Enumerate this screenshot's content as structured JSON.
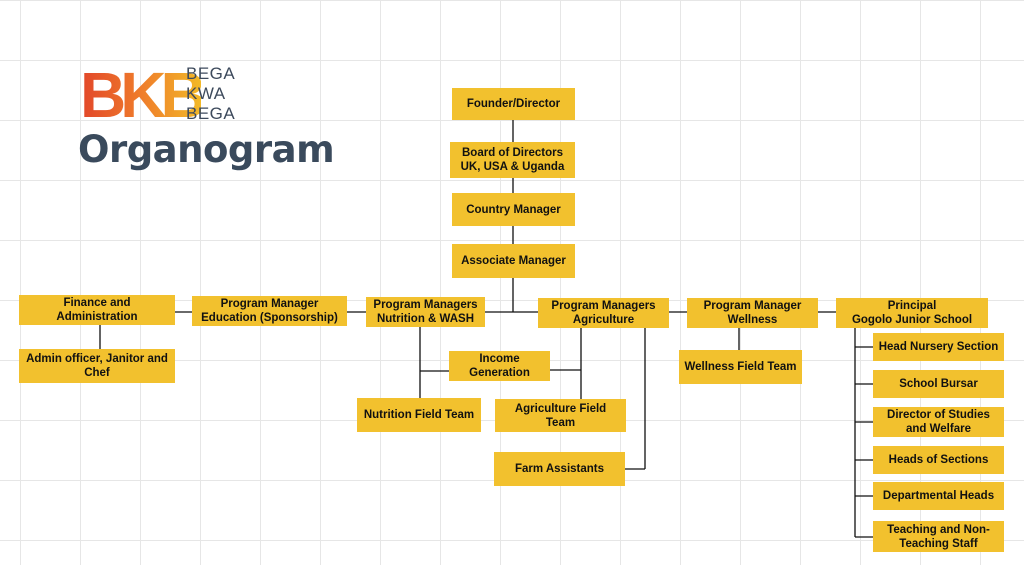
{
  "brand": {
    "logo_letters": "BKB",
    "logo_words": "BEGA\nKWA\nBEGA",
    "colors": {
      "gradient_start": "#e2462a",
      "gradient_mid": "#ef7c2b",
      "gradient_end": "#f2b928",
      "text": "#3d4a5c"
    }
  },
  "page": {
    "title": "Organogram"
  },
  "style": {
    "box_color": "#f2c12e",
    "line_color": "#111111",
    "grid_color": "#e6e6e6"
  },
  "nodes": {
    "founder": "Founder/Director",
    "board": "Board of Directors\nUK, USA & Uganda",
    "country_manager": "Country Manager",
    "associate_manager": "Associate Manager",
    "finance": "Finance and\nAdministration",
    "admin": "Admin officer, Janitor and\nChef",
    "pm_education": "Program Manager\nEducation (Sponsorship)",
    "pm_nutrition": "Program Managers\nNutrition & WASH",
    "pm_agriculture": "Program Managers\nAgriculture",
    "pm_wellness": "Program Manager\nWellness",
    "principal": "Principal\nGogolo Junior School",
    "income_generation": "Income\nGeneration",
    "nutrition_field_team": "Nutrition Field Team",
    "agriculture_field_team": "Agriculture Field\nTeam",
    "farm_assistants": "Farm Assistants",
    "wellness_field_team": "Wellness Field Team",
    "head_nursery": "Head Nursery Section",
    "school_bursar": "School Bursar",
    "director_studies": "Director of Studies\nand Welfare",
    "heads_sections": "Heads of Sections",
    "departmental_heads": "Departmental Heads",
    "teaching_staff": "Teaching and Non-\nTeaching Staff"
  }
}
